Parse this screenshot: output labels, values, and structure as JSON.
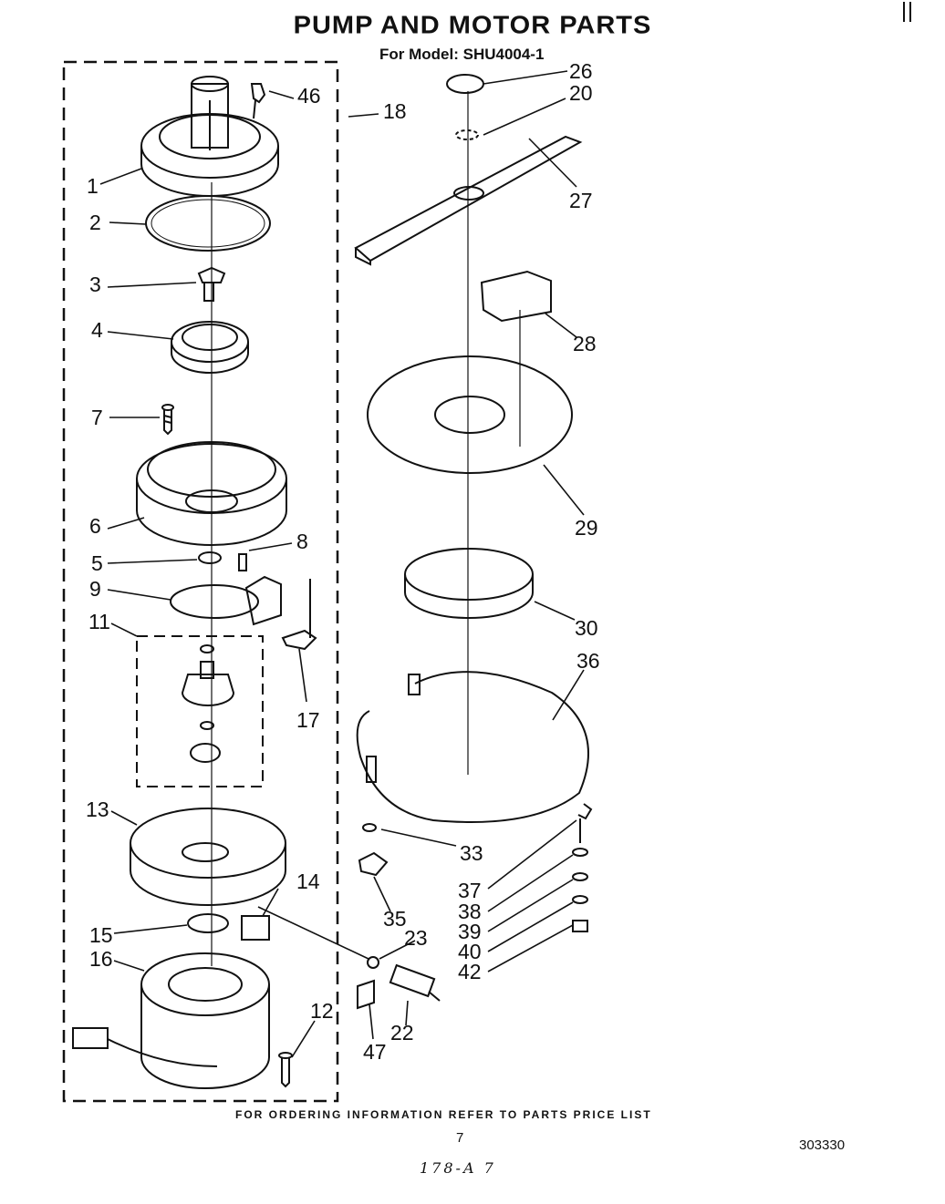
{
  "title": "PUMP AND MOTOR PARTS",
  "model_line": "For Model: SHU4004-1",
  "footer": "FOR ORDERING INFORMATION REFER TO PARTS PRICE LIST",
  "page_number": "7",
  "document_number": "303330",
  "handwritten_note": "178-A 7",
  "callouts": [
    "1",
    "2",
    "3",
    "4",
    "5",
    "6",
    "7",
    "8",
    "9",
    "11",
    "12",
    "13",
    "14",
    "15",
    "16",
    "17",
    "18",
    "20",
    "22",
    "23",
    "26",
    "27",
    "28",
    "29",
    "30",
    "33",
    "35",
    "36",
    "37",
    "38",
    "39",
    "40",
    "42",
    "46",
    "47"
  ]
}
